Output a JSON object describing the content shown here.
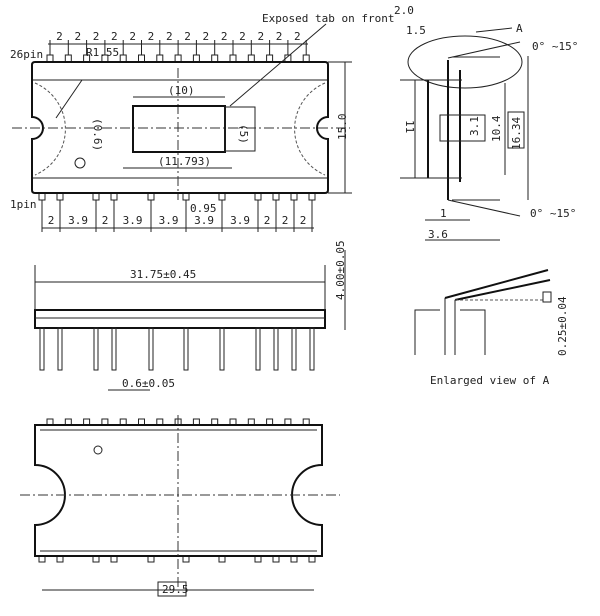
{
  "top_view": {
    "tab_note": "Exposed tab on front",
    "pin26_label": "26pin",
    "pin1_label": "1pin",
    "top_pitch_labels": [
      "2",
      "2",
      "2",
      "2",
      "2",
      "2",
      "2",
      "2",
      "2",
      "2",
      "2",
      "2",
      "2",
      "2"
    ],
    "bottom_pitch_labels": [
      "2",
      "3.9",
      "2",
      "3.9",
      "3.9",
      "3.9",
      "3.9",
      "2",
      "2",
      "2"
    ],
    "radius": "R1.55",
    "tab_width": "(10)",
    "tab_offset": "(0.6)",
    "tab_height": "(5)",
    "tab_total": "(11.793)",
    "body_width": "15.0",
    "pin_offset": "0.95"
  },
  "side_view": {
    "dim_2_0": "2.0",
    "dim_1_5": "1.5",
    "detail_label": "A",
    "angle_top": "0° ~15°",
    "angle_bottom": "0° ~15°",
    "dim_11": "11",
    "dim_3_1": "3.1",
    "dim_10_4": "10.4",
    "dim_16_34": "16.34",
    "dim_1": "1",
    "dim_3_6": "3.6"
  },
  "front_view": {
    "length": "31.75±0.45",
    "height": "4.00±0.05",
    "pin_width": "0.6±0.05"
  },
  "enlarged_view": {
    "thickness": "0.25±0.04",
    "caption": "Enlarged view of A"
  },
  "bottom_view": {
    "length": "29.5"
  }
}
